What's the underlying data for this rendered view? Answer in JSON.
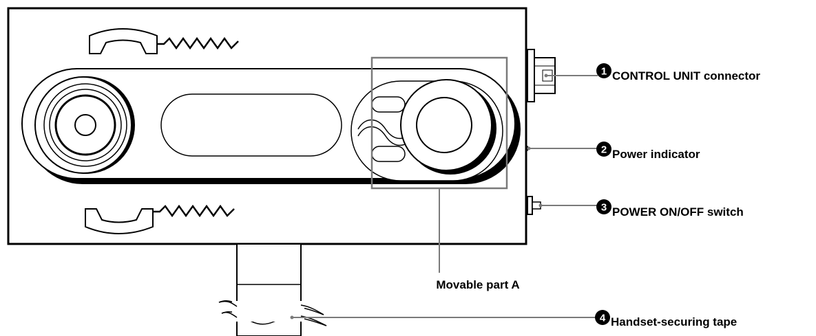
{
  "callouts": [
    {
      "number": "1",
      "label": "CONTROL  UNIT  connector"
    },
    {
      "number": "2",
      "label": "Power  indicator"
    },
    {
      "number": "3",
      "label": "POWER  ON/OFF  switch"
    },
    {
      "number": "4",
      "label": "Handset-securing  tape"
    }
  ],
  "movable_part_label": "Movable part A",
  "colors": {
    "ink": "#000000",
    "leader": "#7a7a7a",
    "background": "#ffffff"
  }
}
